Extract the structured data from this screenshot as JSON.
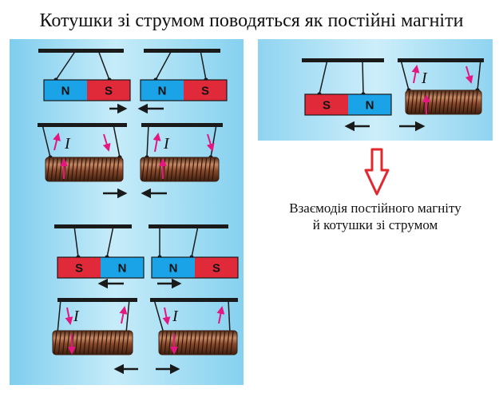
{
  "title": "Котушки зі струмом поводяться як постійні магніти",
  "caption_line1": "Взаємодія постійного магніту",
  "caption_line2": "й котушки зі струмом",
  "poles": {
    "north": "N",
    "south": "S"
  },
  "current_symbol": "I",
  "colors": {
    "panel": "#a6def3",
    "north_pole": "#1aa3e6",
    "south_pole": "#e02a3a",
    "current_arrow": "#e4167f",
    "coil": "#8a4a2c",
    "down_arrow": "#e0282e"
  }
}
